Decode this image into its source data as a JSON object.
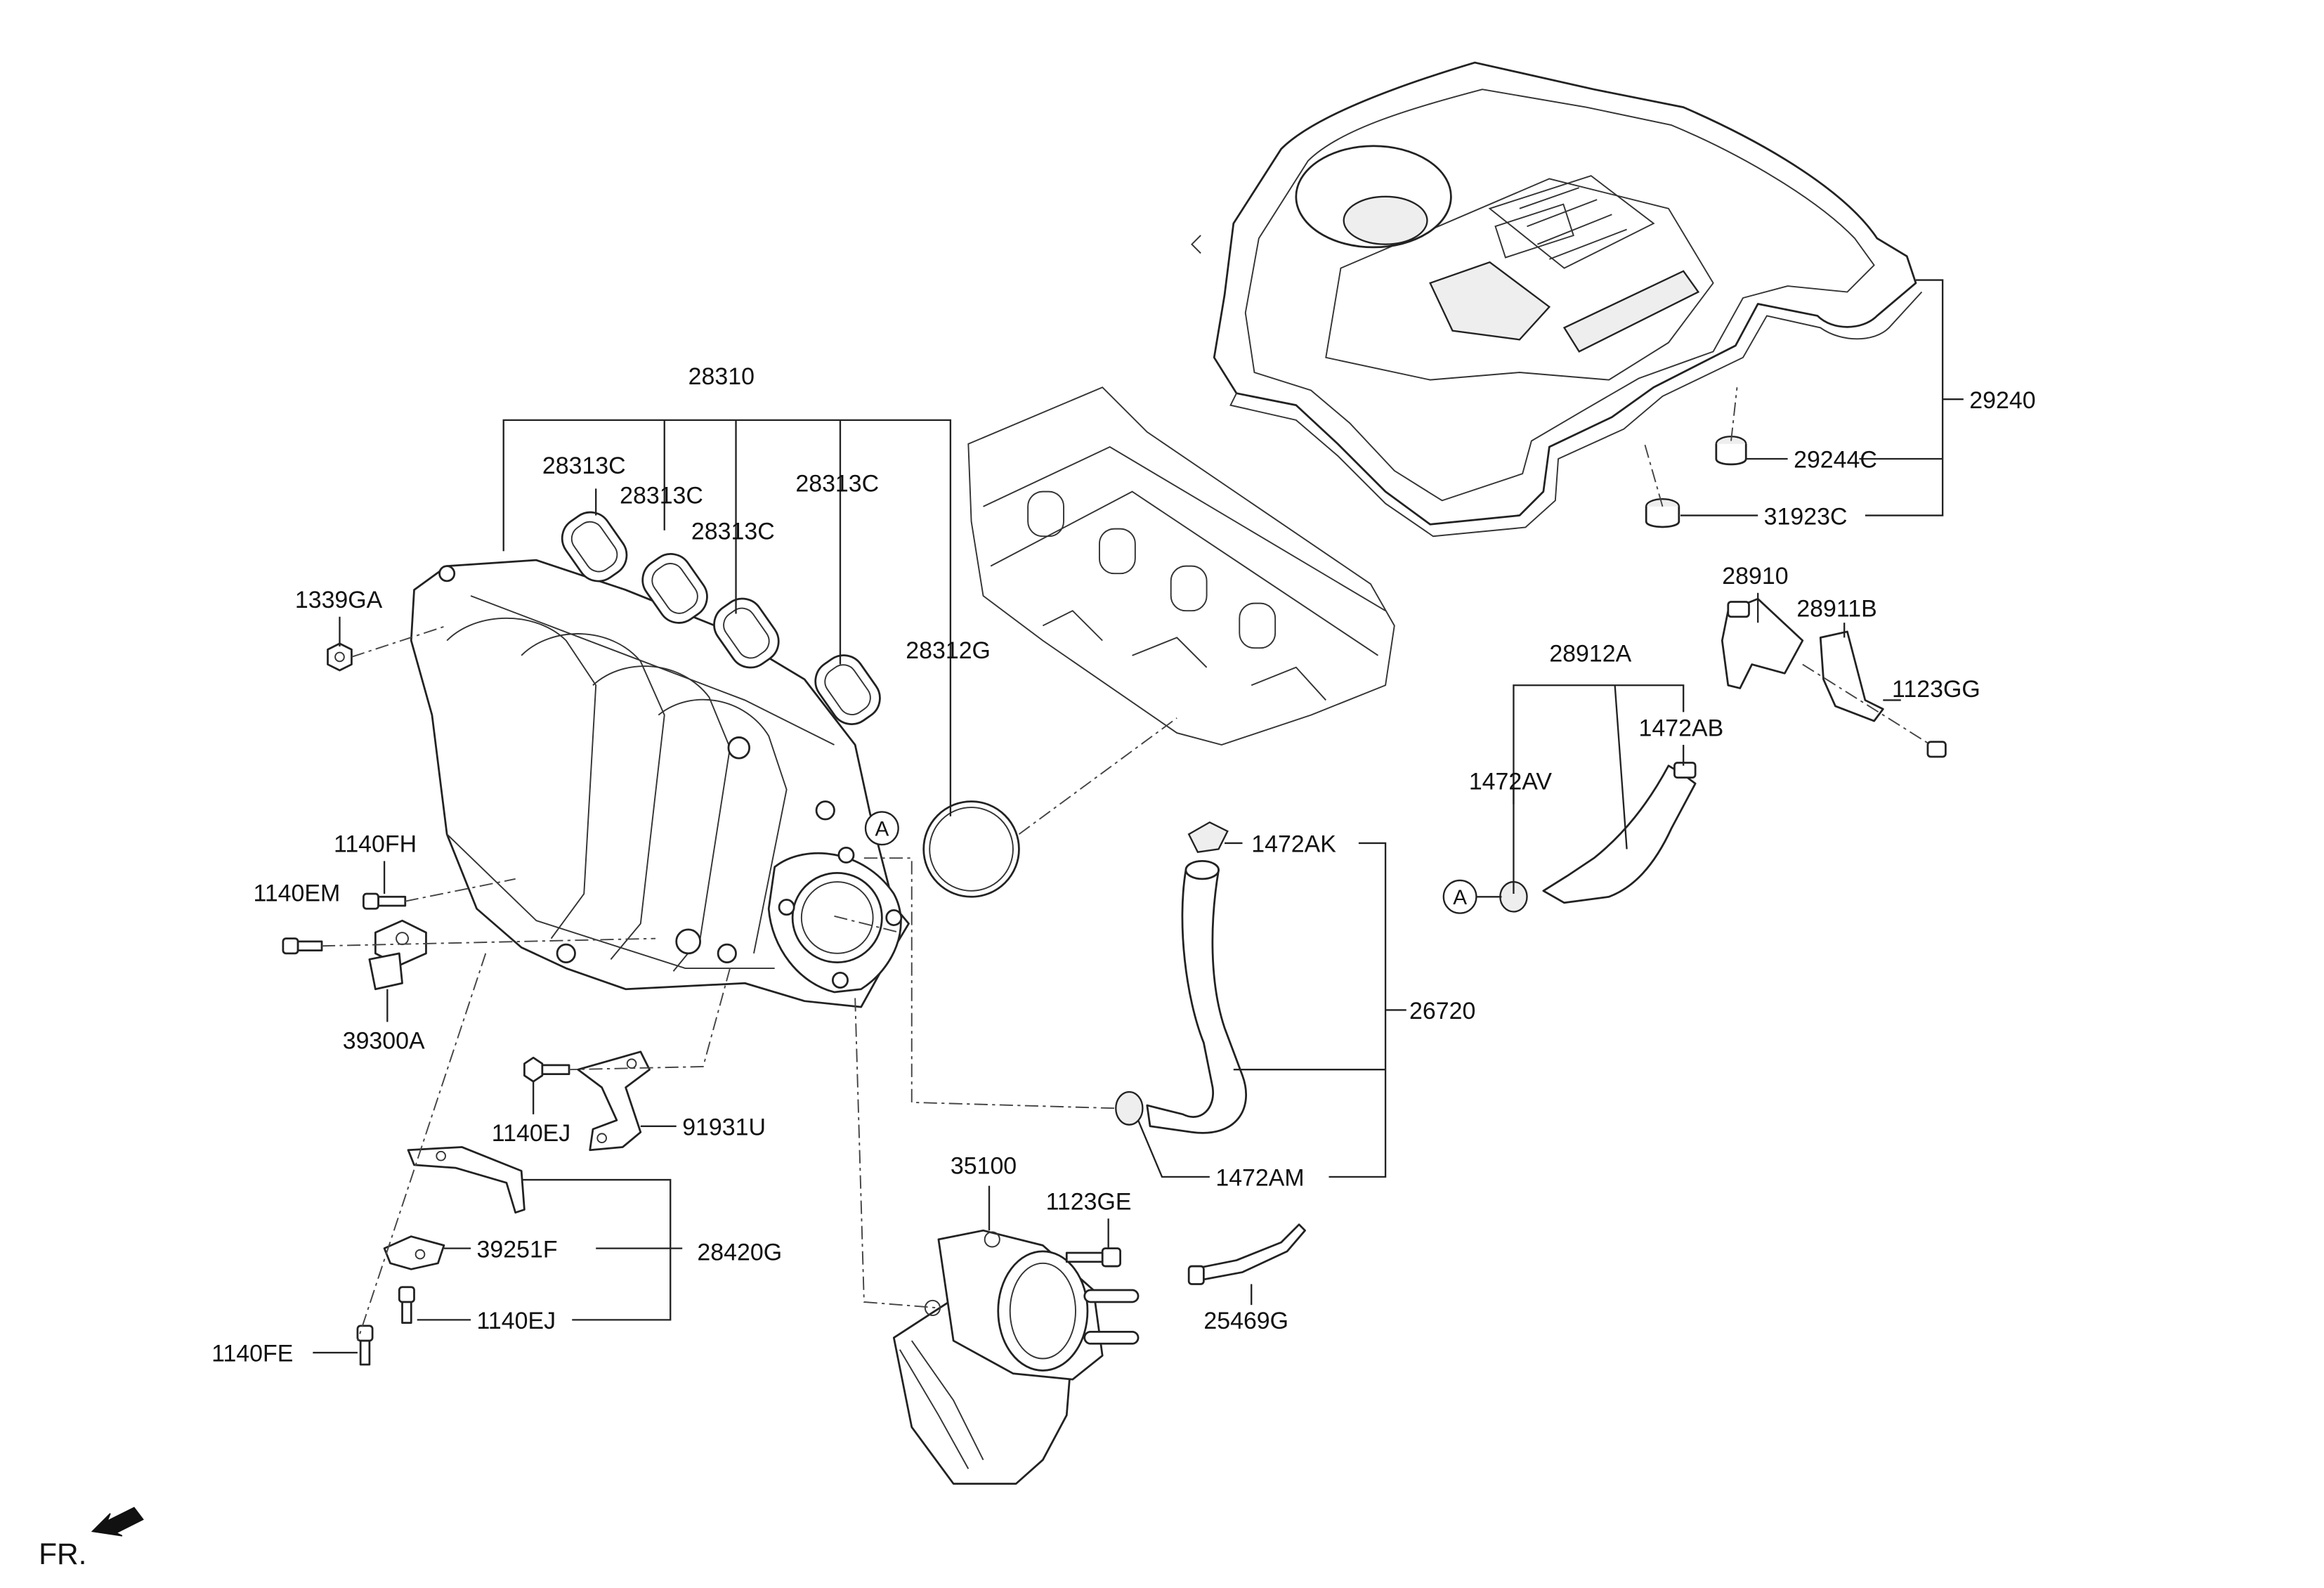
{
  "labels": {
    "p28310": "28310",
    "p28313c_1": "28313C",
    "p28313c_2": "28313C",
    "p28313c_3": "28313C",
    "p28313c_4": "28313C",
    "p28312g": "28312G",
    "p1339ga": "1339GA",
    "p1140fh": "1140FH",
    "p1140em": "1140EM",
    "p39300a": "39300A",
    "p1140ej_1": "1140EJ",
    "p91931u": "91931U",
    "p39251f": "39251F",
    "p28420g": "28420G",
    "p1140ej_2": "1140EJ",
    "p1140fe": "1140FE",
    "p35100": "35100",
    "p1123ge": "1123GE",
    "p25469g": "25469G",
    "p1472ak": "1472AK",
    "p26720": "26720",
    "p1472am": "1472AM",
    "p29240": "29240",
    "p29244c": "29244C",
    "p31923c": "31923C",
    "p28910": "28910",
    "p28911b": "28911B",
    "p1123gg": "1123GG",
    "p28912a": "28912A",
    "p1472ab": "1472AB",
    "p1472av": "1472AV"
  },
  "refs": {
    "a1": "A",
    "a2": "A"
  },
  "orientation": {
    "label": "FR."
  },
  "icons": {
    "orientation": "front-arrow-icon"
  }
}
